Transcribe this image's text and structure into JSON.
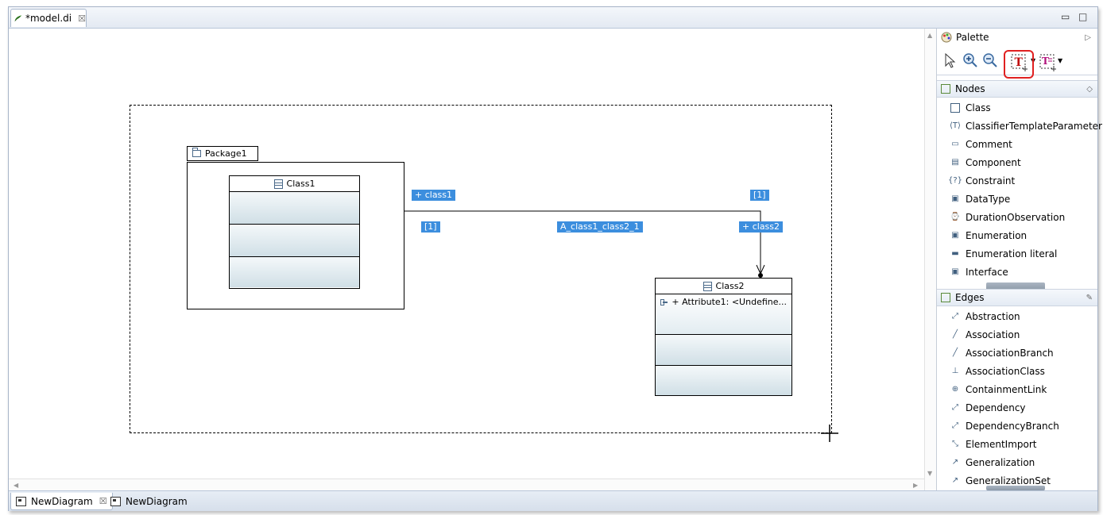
{
  "editor_tab": {
    "title": "*model.di",
    "close": "☒"
  },
  "window_controls": {
    "minimize": "▭",
    "maximize": "□"
  },
  "diagram": {
    "package": {
      "name": "Package1"
    },
    "class1": {
      "name": "Class1"
    },
    "class2": {
      "name": "Class2",
      "attributes": [
        "+ Attribute1: <Undefine..."
      ]
    },
    "edge_labels": {
      "source_role": "+ class1",
      "source_mult": "[1]",
      "assoc_name": "A_class1_class2_1",
      "target_mult": "[1]",
      "target_role": "+ class2"
    }
  },
  "palette": {
    "title": "Palette",
    "nodes_drawer": {
      "title": "Nodes",
      "items": [
        "Class",
        "ClassifierTemplateParameter",
        "Comment",
        "Component",
        "Constraint",
        "DataType",
        "DurationObservation",
        "Enumeration",
        "Enumeration literal",
        "Interface"
      ]
    },
    "edges_drawer": {
      "title": "Edges",
      "items": [
        "Abstraction",
        "Association",
        "AssociationBranch",
        "AssociationClass",
        "ContainmentLink",
        "Dependency",
        "DependencyBranch",
        "ElementImport",
        "Generalization",
        "GeneralizationSet"
      ]
    }
  },
  "bottom_tabs": [
    {
      "label": "NewDiagram",
      "active": true
    },
    {
      "label": "NewDiagram",
      "active": false
    }
  ],
  "colors": {
    "label_bg": "#3c8ede",
    "highlight": "#e02020",
    "accent": "#41607f"
  }
}
